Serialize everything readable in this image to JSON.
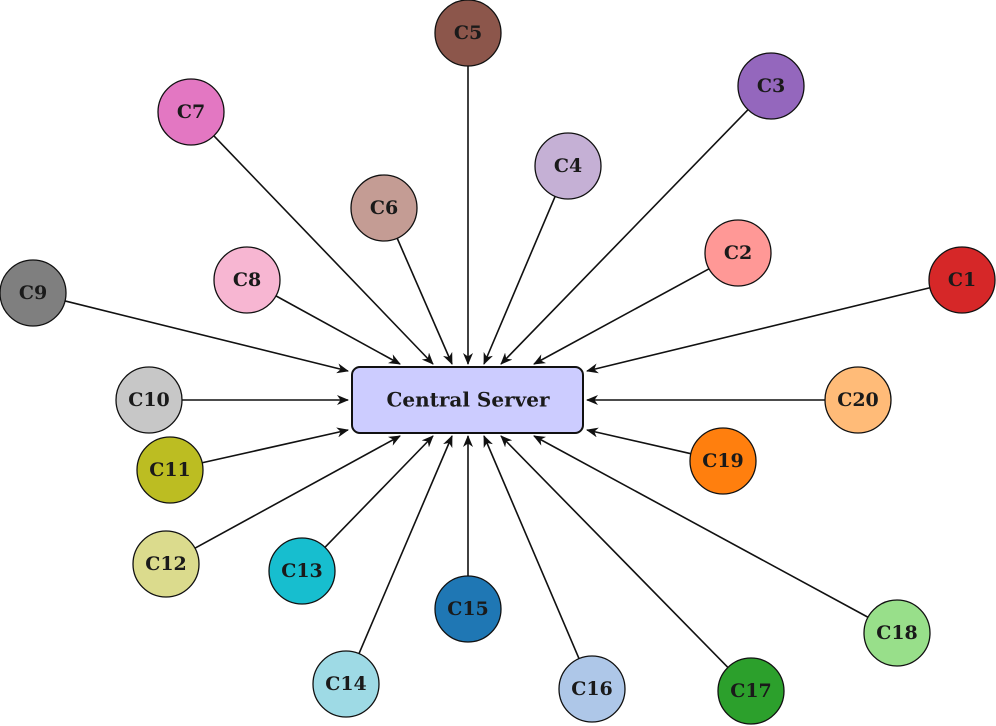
{
  "diagram": {
    "center": {
      "label": "Central Server",
      "color": "#ccccff"
    },
    "clients": [
      {
        "id": "c1",
        "label": "C1",
        "color": "#d62728"
      },
      {
        "id": "c2",
        "label": "C2",
        "color": "#ff9896"
      },
      {
        "id": "c3",
        "label": "C3",
        "color": "#9467bd"
      },
      {
        "id": "c4",
        "label": "C4",
        "color": "#c5b0d5"
      },
      {
        "id": "c5",
        "label": "C5",
        "color": "#8c564b"
      },
      {
        "id": "c6",
        "label": "C6",
        "color": "#c49c94"
      },
      {
        "id": "c7",
        "label": "C7",
        "color": "#e377c2"
      },
      {
        "id": "c8",
        "label": "C8",
        "color": "#f7b6d2"
      },
      {
        "id": "c9",
        "label": "C9",
        "color": "#7f7f7f"
      },
      {
        "id": "c10",
        "label": "C10",
        "color": "#c7c7c7"
      },
      {
        "id": "c11",
        "label": "C11",
        "color": "#bcbd22"
      },
      {
        "id": "c12",
        "label": "C12",
        "color": "#dbdb8d"
      },
      {
        "id": "c13",
        "label": "C13",
        "color": "#17becf"
      },
      {
        "id": "c14",
        "label": "C14",
        "color": "#9edae5"
      },
      {
        "id": "c15",
        "label": "C15",
        "color": "#1f77b4"
      },
      {
        "id": "c16",
        "label": "C16",
        "color": "#aec7e8"
      },
      {
        "id": "c17",
        "label": "C17",
        "color": "#2ca02c"
      },
      {
        "id": "c18",
        "label": "C18",
        "color": "#98df8a"
      },
      {
        "id": "c19",
        "label": "C19",
        "color": "#ff7f0e"
      },
      {
        "id": "c20",
        "label": "C20",
        "color": "#ffbb78"
      }
    ]
  }
}
